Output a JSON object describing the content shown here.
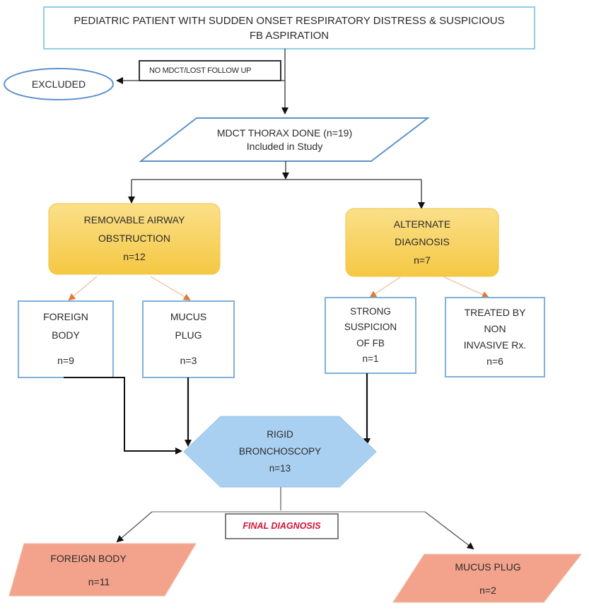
{
  "title": "Flowchart: pediatric suspected foreign body aspiration workup",
  "colors": {
    "outline_blue": "#7fb1d9",
    "top_box_border": "#8fcfe0",
    "gold_fill": "#f8cf5a",
    "hexagon_fill": "#a9d0f0",
    "salmon_fill": "#f3a38c",
    "orange_arrow": "#e07a3c",
    "final_text": "#d0153a"
  },
  "nodes": {
    "start": {
      "lines": [
        "PEDIATRIC PATIENT WITH SUDDEN ONSET RESPIRATORY DISTRESS & SUSPICIOUS",
        "FB ASPIRATION"
      ]
    },
    "exclusion_reason": {
      "label": "NO MDCT/LOST FOLLOW UP"
    },
    "excluded": {
      "label": "EXCLUDED"
    },
    "mdct": {
      "lines": [
        "MDCT THORAX DONE (n=19)",
        "Included in Study"
      ]
    },
    "removable": {
      "lines": [
        "REMOVABLE AIRWAY",
        "OBSTRUCTION"
      ],
      "n": "n=12"
    },
    "alternate": {
      "lines": [
        "ALTERNATE",
        "DIAGNOSIS"
      ],
      "n": "n=7"
    },
    "foreign_body": {
      "lines": [
        "FOREIGN",
        "BODY"
      ],
      "n": "n=9"
    },
    "mucus_plug": {
      "lines": [
        "MUCUS",
        "PLUG"
      ],
      "n": "n=3"
    },
    "strong_suspicion": {
      "lines": [
        "STRONG",
        "SUSPICION",
        "OF FB"
      ],
      "n": "n=1"
    },
    "treated": {
      "lines": [
        "TREATED BY",
        "NON",
        "INVASIVE Rx."
      ],
      "n": "n=6"
    },
    "bronchoscopy": {
      "lines": [
        "RIGID",
        "BRONCHOSCOPY"
      ],
      "n": "n=13"
    },
    "final_diagnosis": {
      "label": "FINAL DIAGNOSIS"
    },
    "final_fb": {
      "label": "FOREIGN BODY",
      "n": "n=11"
    },
    "final_mp": {
      "label": "MUCUS PLUG",
      "n": "n=2"
    }
  }
}
